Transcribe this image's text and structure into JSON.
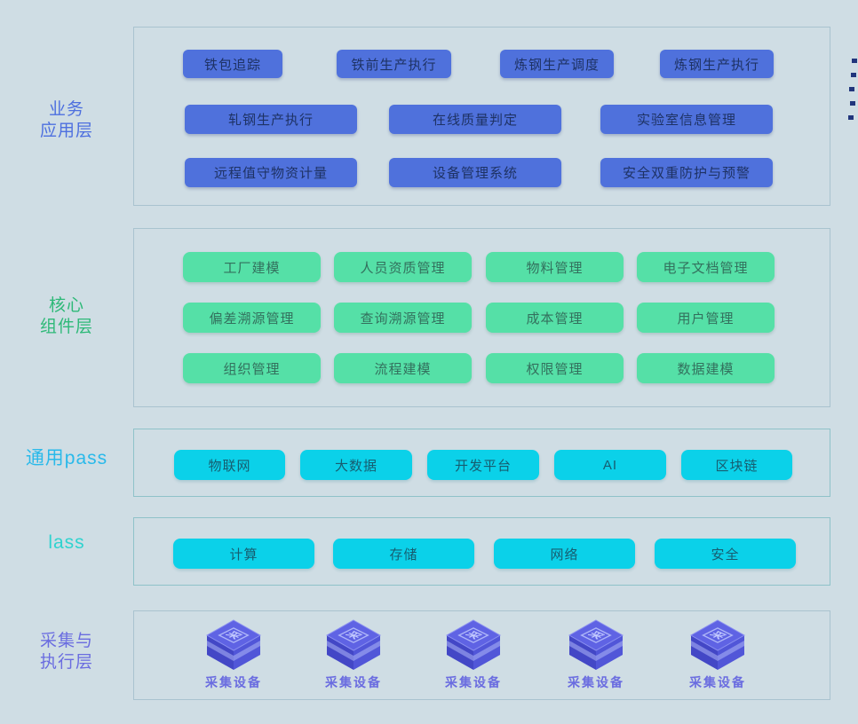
{
  "colors": {
    "background": "#cfdde4",
    "panel_border": "#a9c3cf",
    "panel_border_teal": "#8fc2c9",
    "blue_button_bg": "#4f71dc",
    "blue_button_text": "#1e3264",
    "green_button_bg": "#55e0a7",
    "green_button_text": "#33705d",
    "cyan_button_bg": "#0bd1e9",
    "cyan_button_text": "#175d70",
    "business_label_color": "#4d6fdf",
    "core_label_color": "#2eb978",
    "paas_label_color": "#29b9ea",
    "iaas_label_color": "#2fd3cf",
    "edge_label_color": "#6a6ce0",
    "cube_top": "#5f63e4",
    "cube_left": "#4347c6",
    "cube_right": "#5156d8",
    "deco_dot": "#21357c"
  },
  "layers": {
    "business": {
      "label_lines": [
        "业务",
        "应用层"
      ],
      "rows": [
        [
          "铁包追踪",
          "铁前生产执行",
          "炼钢生产调度",
          "炼钢生产执行"
        ],
        [
          "轧钢生产执行",
          "在线质量判定",
          "实验室信息管理"
        ],
        [
          "远程值守物资计量",
          "设备管理系统",
          "安全双重防护与预警"
        ]
      ]
    },
    "core": {
      "label_lines": [
        "核心",
        "组件层"
      ],
      "rows": [
        [
          "工厂建模",
          "人员资质管理",
          "物料管理",
          "电子文档管理"
        ],
        [
          "偏差溯源管理",
          "查询溯源管理",
          "成本管理",
          "用户管理"
        ],
        [
          "组织管理",
          "流程建模",
          "权限管理",
          "数据建模"
        ]
      ]
    },
    "paas": {
      "label": "通用pass",
      "items": [
        "物联网",
        "大数据",
        "开发平台",
        "AI",
        "区块链"
      ]
    },
    "iaas": {
      "label": "lass",
      "items": [
        "计算",
        "存储",
        "网络",
        "安全"
      ]
    },
    "edge": {
      "label_lines": [
        "采集与",
        "执行层"
      ],
      "device_glyph": "采",
      "devices": [
        "采集设备",
        "采集设备",
        "采集设备",
        "采集设备",
        "采集设备"
      ]
    }
  }
}
